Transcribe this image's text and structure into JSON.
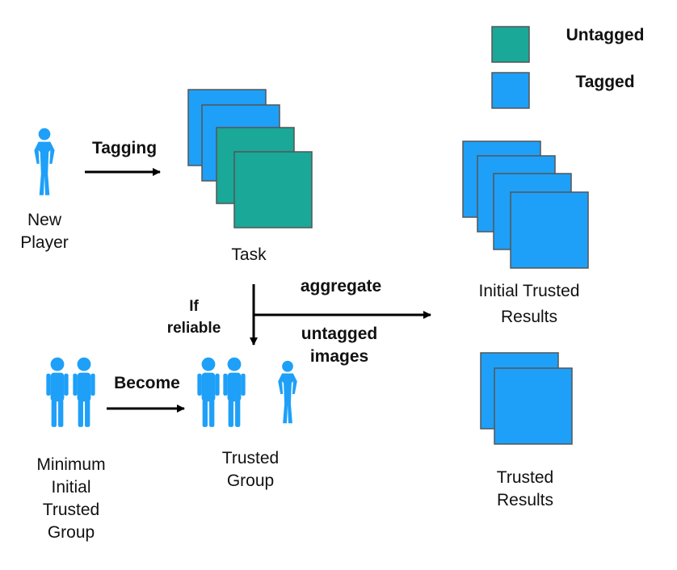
{
  "legend": {
    "untagged": "Untagged",
    "tagged": "Tagged",
    "untagged_color": "#1aa898",
    "tagged_color": "#1ea0f8"
  },
  "actors": {
    "new_player": [
      "New",
      "Player"
    ],
    "min_initial_group": [
      "Minimum",
      "Initial",
      "Trusted",
      "Group"
    ],
    "trusted_group": [
      "Trusted",
      "Group"
    ]
  },
  "edges": {
    "tagging": "Tagging",
    "if_reliable": [
      "If",
      "reliable"
    ],
    "become": "Become",
    "aggregate": "aggregate",
    "untagged_images": [
      "untagged",
      "images"
    ]
  },
  "nodes": {
    "task": "Task",
    "initial_trusted_results": [
      "Initial Trusted",
      "Results"
    ],
    "trusted_results": [
      "Trusted",
      "Results"
    ]
  },
  "icons": {
    "person": "person-icon",
    "pair": "person-pair-icon"
  }
}
